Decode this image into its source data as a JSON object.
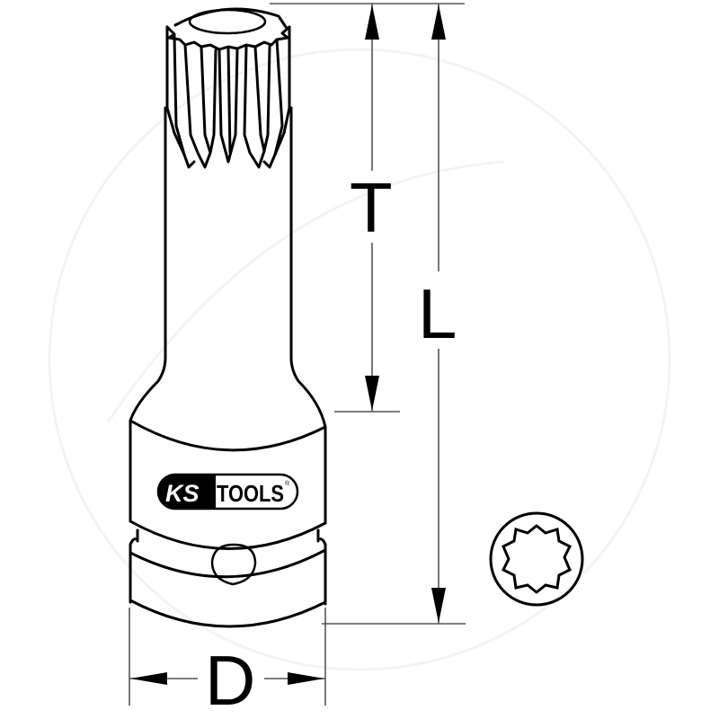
{
  "drawing": {
    "subject": "impact bit socket with spline (XZN) profile",
    "colors": {
      "line": "#000000",
      "dim_line": "#555555",
      "background": "#ffffff",
      "watermark": "#f2f2f2"
    }
  },
  "logo": {
    "brand_left": "KS",
    "brand_right": "TOOLS",
    "registered": "®"
  },
  "dimensions": {
    "T": {
      "label": "T",
      "description": "bit length"
    },
    "L": {
      "label": "L",
      "description": "overall length"
    },
    "D": {
      "label": "D",
      "description": "outer diameter"
    }
  },
  "profile_view": {
    "points": 12,
    "shape": "spline / multi-point star"
  }
}
